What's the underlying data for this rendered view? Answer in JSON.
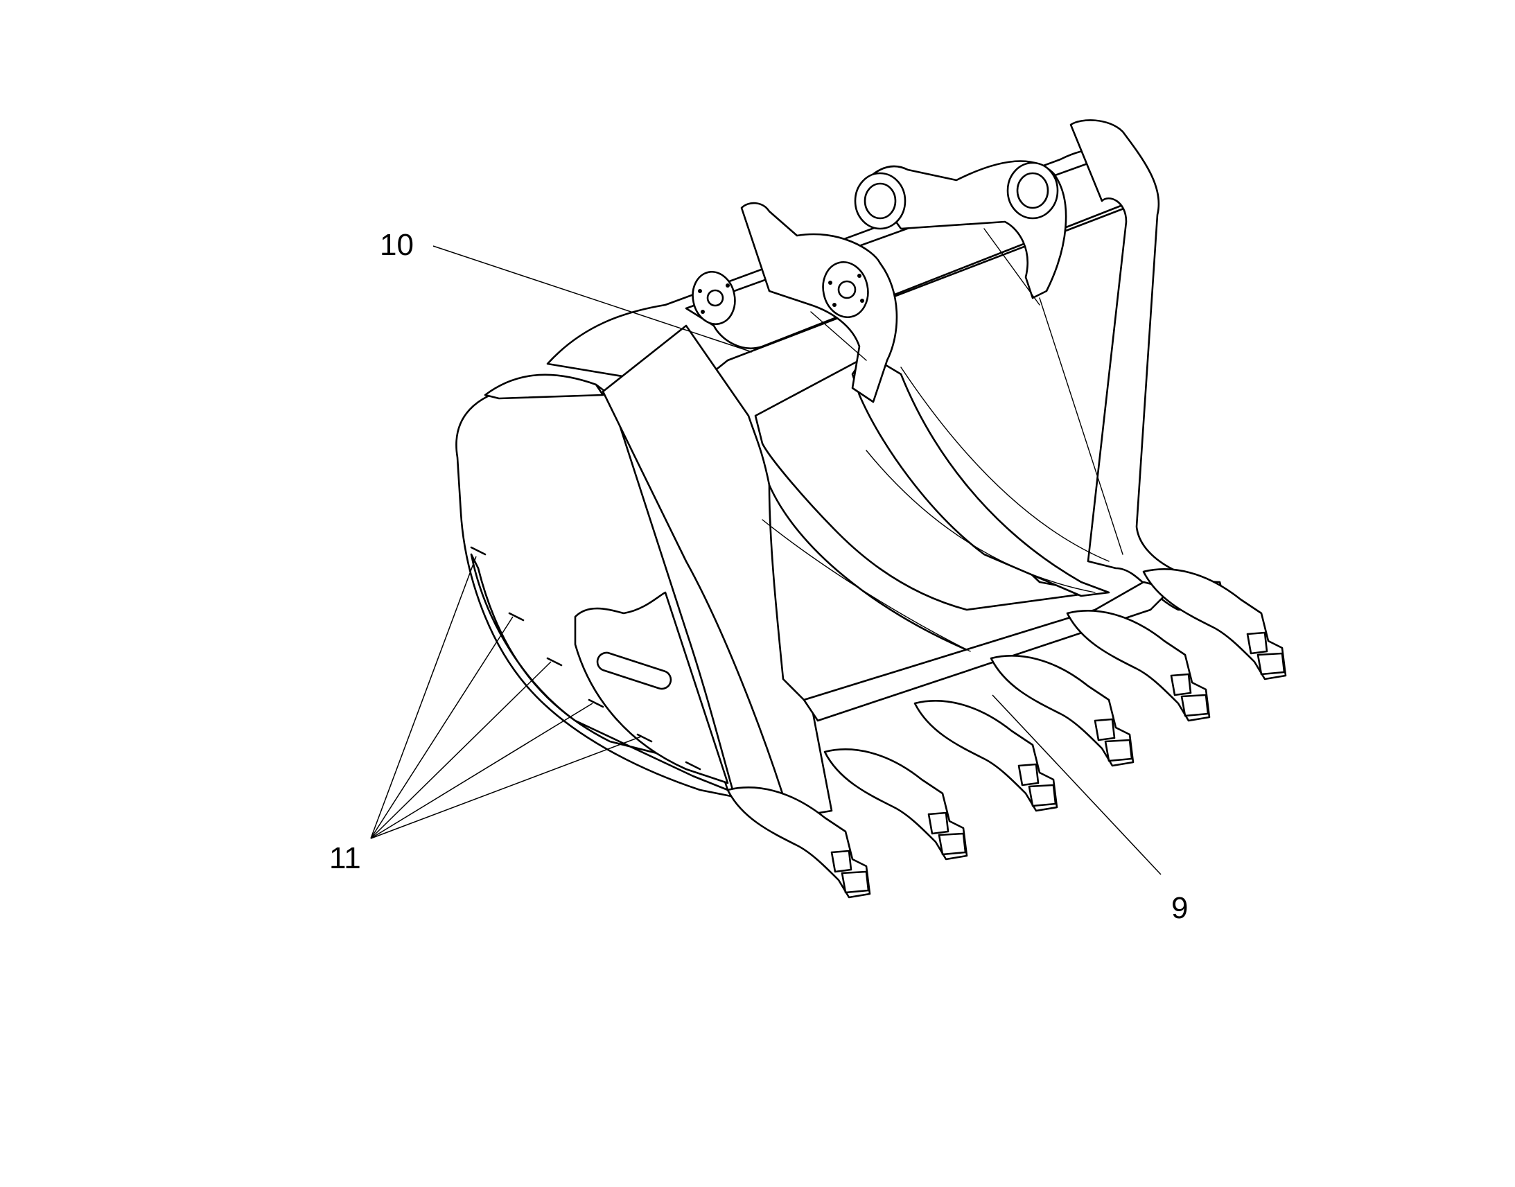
{
  "callouts": {
    "c10": "10",
    "c11": "11",
    "c9": "9"
  },
  "colors": {
    "line": "#000000",
    "background": "#ffffff"
  }
}
